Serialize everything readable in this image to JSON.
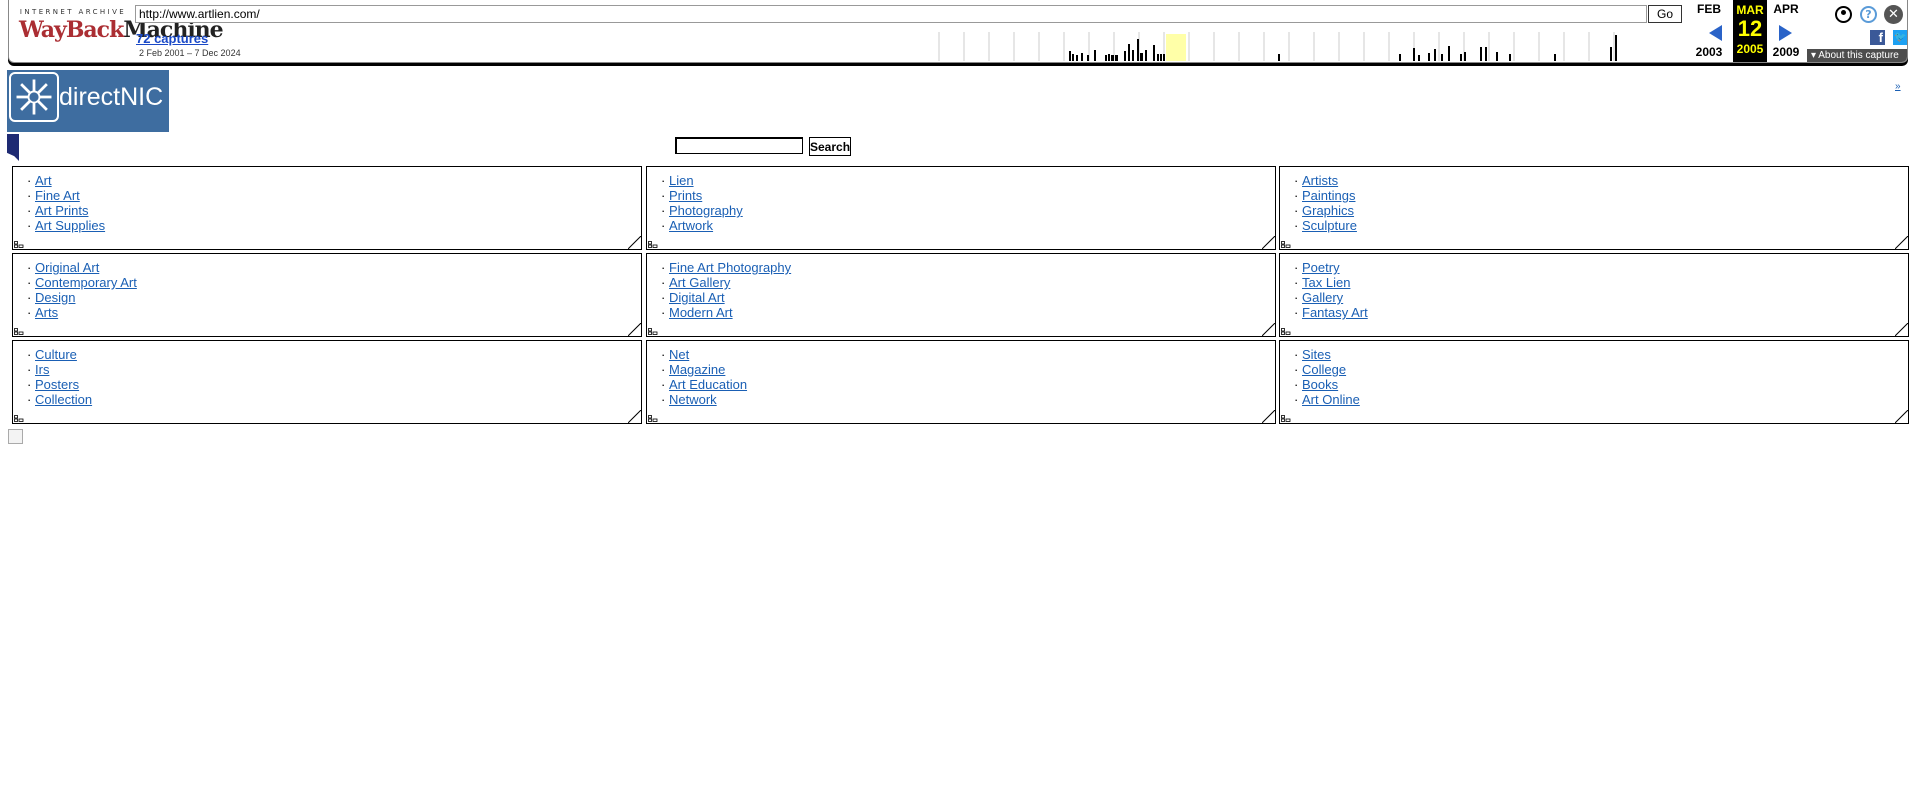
{
  "wayback": {
    "logo_top": "INTERNET ARCHIVE",
    "logo_word1": "WayBack",
    "logo_word2": "Machine",
    "url": "http://www.artlien.com/",
    "go_label": "Go",
    "captures_label": "72 captures",
    "date_range": "2 Feb 2001 – 7 Dec 2024",
    "prev_month": "FEB",
    "current_month": "MAR",
    "next_month": "APR",
    "current_day": "12",
    "prev_year": "2003",
    "current_year": "2005",
    "next_year": "2009",
    "about_label": "About this capture",
    "icons": [
      "user-icon",
      "help-icon",
      "close-icon",
      "facebook-icon",
      "twitter-icon"
    ],
    "accent_color": "#ffff00",
    "arrow_color": "#2a63c8"
  },
  "site": {
    "logo_text": "directNIC",
    "corner_link": "»",
    "search_button": "Search",
    "search_value": ""
  },
  "categories": [
    [
      "Art",
      "Fine Art",
      "Art Prints",
      "Art Supplies"
    ],
    [
      "Lien",
      "Prints",
      "Photography",
      "Artwork"
    ],
    [
      "Artists",
      "Paintings",
      "Graphics",
      "Sculpture"
    ],
    [
      "Original Art",
      "Contemporary Art",
      "Design",
      "Arts"
    ],
    [
      "Fine Art Photography",
      "Art Gallery",
      "Digital Art",
      "Modern Art"
    ],
    [
      "Poetry",
      "Tax Lien",
      "Gallery",
      "Fantasy Art"
    ],
    [
      "Culture",
      "Irs",
      "Posters",
      "Collection"
    ],
    [
      "Net",
      "Magazine",
      "Art Education",
      "Network"
    ],
    [
      "Sites",
      "College",
      "Books",
      "Art Online"
    ]
  ]
}
